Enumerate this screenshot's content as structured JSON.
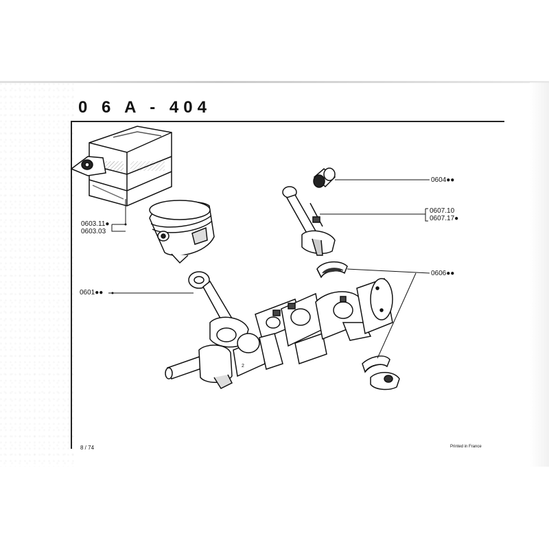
{
  "page": {
    "title": "0 6 A - 404",
    "page_number": "8 / 74",
    "printed_note": "Printed in France"
  },
  "callouts": [
    {
      "name": "piston-ref",
      "lines": [
        "0603.11●",
        "0603.03"
      ]
    },
    {
      "name": "bushing-ref",
      "lines": [
        "0604●●"
      ]
    },
    {
      "name": "rod-bolt-ref",
      "lines": [
        "0607.10",
        "0607.17●"
      ]
    },
    {
      "name": "bearing-shell-ref",
      "lines": [
        "0606●●"
      ]
    },
    {
      "name": "connecting-rod-ref",
      "lines": [
        "0601●●"
      ]
    }
  ],
  "crank_marker": "2",
  "colors": {
    "ink": "#111111",
    "paper": "#ffffff",
    "shade": "#9a9a9a"
  }
}
